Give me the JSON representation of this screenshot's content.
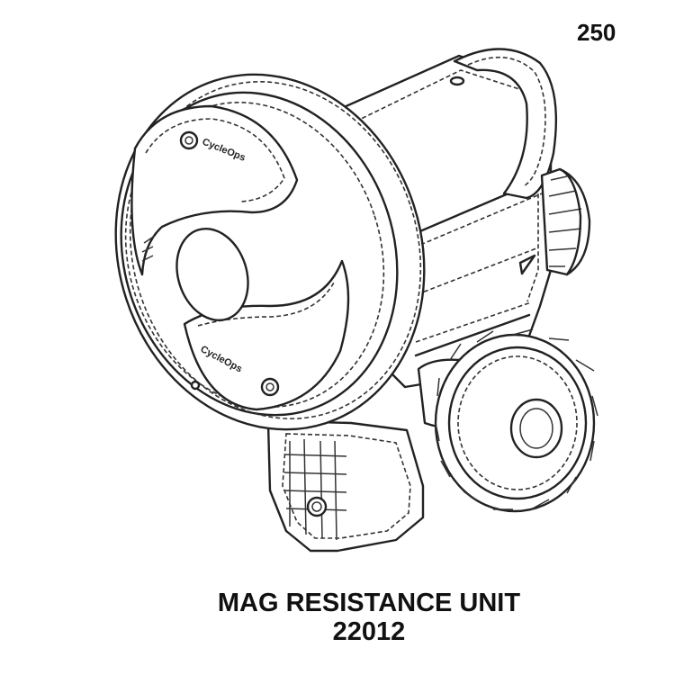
{
  "figure": {
    "reference_number": "250",
    "caption_title": "MAG RESISTANCE UNIT",
    "caption_part_number": "22012",
    "logo_text": "CycleOps"
  },
  "colors": {
    "line": "#222222",
    "background": "#ffffff"
  }
}
